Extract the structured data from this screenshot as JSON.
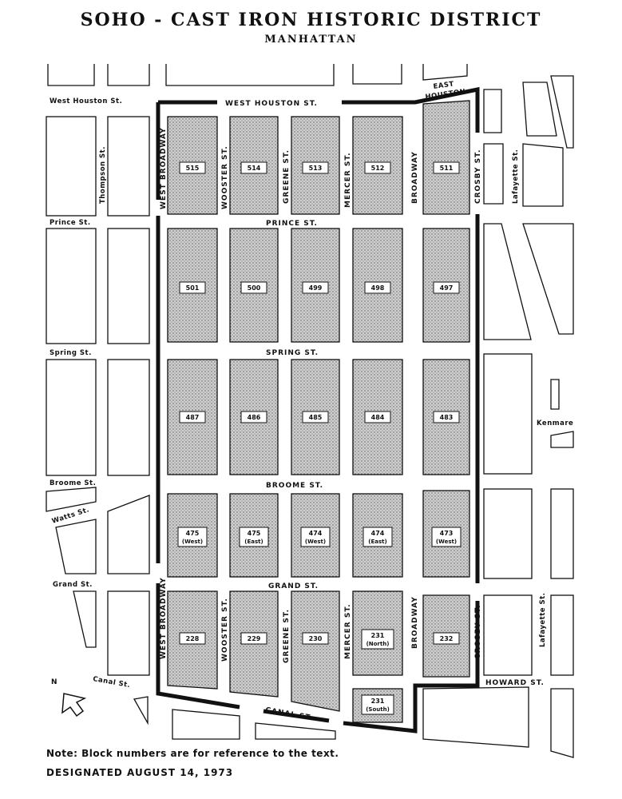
{
  "title": "SOHO - CAST IRON HISTORIC DISTRICT",
  "subtitle": "MANHATTAN",
  "streets": {
    "west_houston_left": "West Houston St.",
    "west_houston_main": "WEST HOUSTON ST.",
    "east_houston_1": "EAST",
    "east_houston_2": "HOUSTON",
    "prince_left": "Prince St.",
    "prince_main": "PRINCE ST.",
    "spring_left": "Spring St.",
    "spring_main": "SPRING ST.",
    "broome_left": "Broome St.",
    "broome_main": "BROOME ST.",
    "watts": "Watts St.",
    "grand_left": "Grand St.",
    "grand_main": "GRAND ST.",
    "canal_left": "Canal St.",
    "canal_main": "CANAL ST.",
    "howard": "HOWARD ST.",
    "kenmare": "Kenmare",
    "thompson": "Thompson St.",
    "west_broadway": "WEST BROADWAY",
    "wooster": "WOOSTER ST.",
    "greene": "GREENE ST.",
    "mercer": "MERCER ST.",
    "broadway": "BROADWAY",
    "crosby": "CROSBY ST.",
    "lafayette": "Lafayette St."
  },
  "blocks": {
    "b515": "515",
    "b514": "514",
    "b513": "513",
    "b512": "512",
    "b511": "511",
    "b501": "501",
    "b500": "500",
    "b499": "499",
    "b498": "498",
    "b497": "497",
    "b487": "487",
    "b486": "486",
    "b485": "485",
    "b484": "484",
    "b483": "483",
    "b475w": "475",
    "b475w_sub": "(West)",
    "b475e": "475",
    "b475e_sub": "(East)",
    "b474w": "474",
    "b474w_sub": "(West)",
    "b474e": "474",
    "b474e_sub": "(East)",
    "b473w": "473",
    "b473w_sub": "(West)",
    "b228": "228",
    "b229": "229",
    "b230": "230",
    "b231n": "231",
    "b231n_sub": "(North)",
    "b232": "232",
    "b231s": "231",
    "b231s_sub": "(South)"
  },
  "compass": "N",
  "note": "Note: Block numbers are for reference to the text.",
  "designated": "DESIGNATED AUGUST 14, 1973",
  "colors": {
    "ink": "#111111",
    "block_fill": "#c9c9c9",
    "paper": "#ffffff"
  }
}
